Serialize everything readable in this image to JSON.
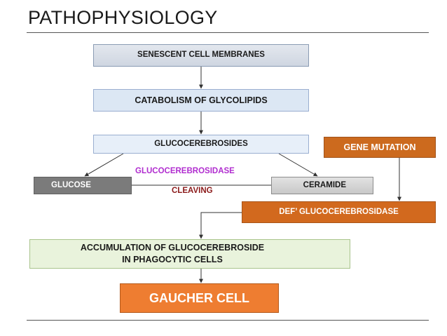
{
  "title": "PATHOPHYSIOLOGY",
  "boxes": {
    "senescent": "SENESCENT CELL MEMBRANES",
    "catabolism": "CATABOLISM OF GLYCOLIPIDS",
    "glucocerebrosides": "GLUCOCEREBROSIDES",
    "gene_mutation": "GENE MUTATION",
    "glucose": "GLUCOSE",
    "ceramide": "CERAMIDE",
    "def_enzyme": "DEF’ GLUCOCEREBROSIDASE",
    "accumulation_line1": "ACCUMULATION OF GLUCOCEREBROSIDE",
    "accumulation_line2": "IN PHAGOCYTIC CELLS",
    "gaucher": "GAUCHER CELL"
  },
  "labels": {
    "enzyme": "GLUCOCEREBROSIDASE",
    "cleaving": "CLEAVING"
  },
  "colors": {
    "enzyme_label": "#b02ccf",
    "cleaving_label": "#8b1a1a",
    "gene_mutation_box": "#cc6a1e",
    "def_enzyme_box": "#d2691e",
    "gaucher_box": "#ee7d31",
    "glucose_box": "#7b7b7b",
    "accumulation_box": "#e9f3dc"
  }
}
